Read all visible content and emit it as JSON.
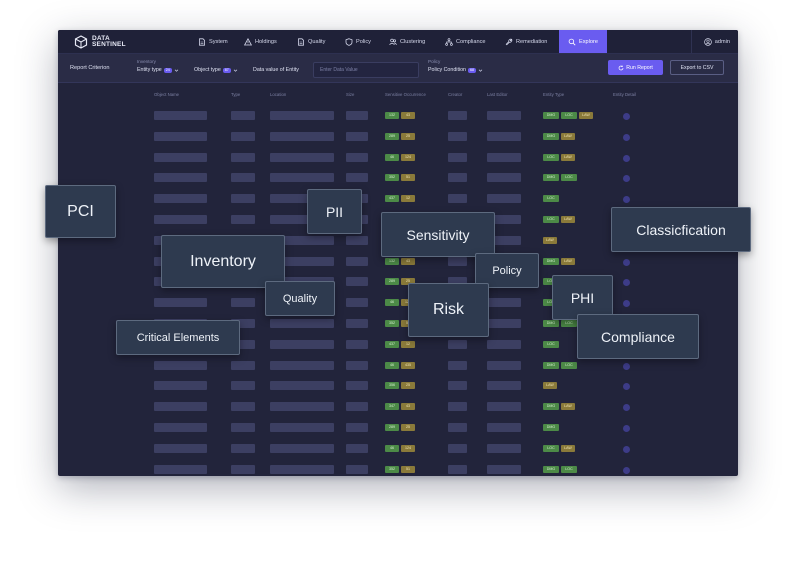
{
  "app": {
    "logo_line1": "DATA",
    "logo_line2": "SENTINEL"
  },
  "nav": [
    {
      "label": "System",
      "icon": "document-icon"
    },
    {
      "label": "Holdings",
      "icon": "warning-icon"
    },
    {
      "label": "Quality",
      "icon": "document-icon"
    },
    {
      "label": "Policy",
      "icon": "shield-icon"
    },
    {
      "label": "Clustering",
      "icon": "users-icon"
    },
    {
      "label": "Compliance",
      "icon": "hierarchy-icon"
    },
    {
      "label": "Remediation",
      "icon": "wrench-icon"
    },
    {
      "label": "Explore",
      "icon": "search-icon",
      "active": true
    }
  ],
  "user": {
    "label": "admin"
  },
  "filters": {
    "title": "Report Criterion",
    "inventory_label": "Inventory",
    "entity_type": "Entity type",
    "entity_type_badge": "24",
    "object_type": "Object type",
    "object_type_badge": "87",
    "data_value_label": "Data value of Entity",
    "data_value_placeholder": "Enter Data Value",
    "policy_label": "Policy",
    "policy_condition": "Policy Condition",
    "policy_condition_badge": "68",
    "run_report": "Run Report",
    "export_csv": "Export to CSV"
  },
  "table": {
    "columns": [
      "Object Name",
      "Type",
      "Location",
      "Size",
      "Sensitive Occurrence",
      "Creator",
      "Last Editor",
      "Entity Type",
      "Entity Detail"
    ],
    "rows": [
      {
        "occ": [
          "132",
          "43"
        ],
        "ent": [
          [
            "DMG",
            "g"
          ],
          [
            "LOC",
            "g"
          ],
          [
            "LAW",
            "y"
          ]
        ]
      },
      {
        "occ": [
          "289",
          "25"
        ],
        "ent": [
          [
            "DMG",
            "g"
          ],
          [
            "LAW",
            "y"
          ]
        ]
      },
      {
        "occ": [
          "46",
          "124"
        ],
        "ent": [
          [
            "LOC",
            "g"
          ],
          [
            "LAW",
            "y"
          ]
        ]
      },
      {
        "occ": [
          "352",
          "51"
        ],
        "ent": [
          [
            "DMG",
            "g"
          ],
          [
            "LOC",
            "g"
          ]
        ]
      },
      {
        "occ": [
          "437",
          "12"
        ],
        "ent": [
          [
            "LOC",
            "g"
          ]
        ]
      },
      {
        "occ": [
          "",
          ""
        ],
        "ent": [
          [
            "LOC",
            "g"
          ],
          [
            "LAW",
            "y"
          ]
        ]
      },
      {
        "occ": [
          "",
          ""
        ],
        "ent": [
          [
            "LAW",
            "y"
          ]
        ]
      },
      {
        "occ": [
          "132",
          "43"
        ],
        "ent": [
          [
            "DMG",
            "g"
          ],
          [
            "LAW",
            "y"
          ]
        ]
      },
      {
        "occ": [
          "289",
          "25"
        ],
        "ent": [
          [
            "LOC",
            "g"
          ]
        ]
      },
      {
        "occ": [
          "46",
          "124"
        ],
        "ent": [
          [
            "LOC",
            "g"
          ]
        ]
      },
      {
        "occ": [
          "352",
          "51"
        ],
        "ent": [
          [
            "DMG",
            "g"
          ],
          [
            "LOC",
            "g"
          ]
        ]
      },
      {
        "occ": [
          "437",
          "12"
        ],
        "ent": [
          [
            "LOC",
            "g"
          ]
        ]
      },
      {
        "occ": [
          "46",
          "435"
        ],
        "ent": [
          [
            "DMG",
            "g"
          ],
          [
            "LOC",
            "g"
          ]
        ]
      },
      {
        "occ": [
          "356",
          "25"
        ],
        "ent": [
          [
            "LAW",
            "y"
          ]
        ]
      },
      {
        "occ": [
          "347",
          "43"
        ],
        "ent": [
          [
            "DMG",
            "g"
          ],
          [
            "LAW",
            "y"
          ]
        ]
      },
      {
        "occ": [
          "289",
          "25"
        ],
        "ent": [
          [
            "DMG",
            "g"
          ]
        ]
      },
      {
        "occ": [
          "46",
          "124"
        ],
        "ent": [
          [
            "LOC",
            "g"
          ],
          [
            "LAW",
            "y"
          ]
        ]
      },
      {
        "occ": [
          "352",
          "51"
        ],
        "ent": [
          [
            "DMG",
            "g"
          ],
          [
            "LOC",
            "g"
          ]
        ]
      }
    ]
  },
  "tags": [
    "PCI",
    "PII",
    "Sensitivity",
    "Classicfication",
    "Inventory",
    "Quality",
    "Policy",
    "PHI",
    "Risk",
    "Compliance",
    "Critical Elements"
  ],
  "colors": {
    "accent": "#6a5cf0",
    "background": "#22243b",
    "chip_green": "#4c8a47",
    "chip_amber": "#8a7a3a"
  }
}
